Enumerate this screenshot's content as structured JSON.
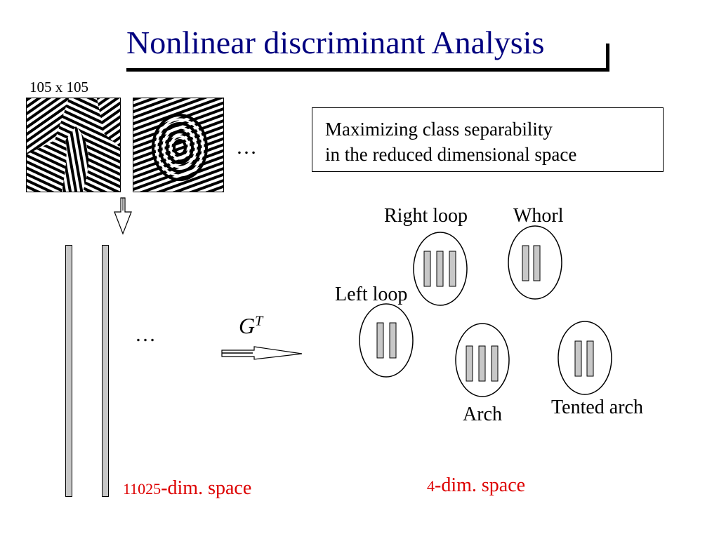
{
  "title": "Nonlinear discriminant Analysis",
  "image_size_label": "105 x 105",
  "ellipsis": "…",
  "callout": {
    "line1": "Maximizing class separability",
    "line2": "in the reduced dimensional space"
  },
  "transform": {
    "base": "G",
    "superscript": "T"
  },
  "classes": {
    "right_loop": "Right loop",
    "whorl": "Whorl",
    "left_loop": "Left loop",
    "arch": "Arch",
    "tented_arch": "Tented arch"
  },
  "high_dim_label": {
    "number": "11025",
    "suffix": "-dim. space"
  },
  "low_dim_label": {
    "number": "4",
    "suffix": "-dim. space"
  },
  "colors": {
    "title": "#00007f",
    "accent_red": "#dd0000",
    "vector_fill": "#c8c8c8"
  }
}
